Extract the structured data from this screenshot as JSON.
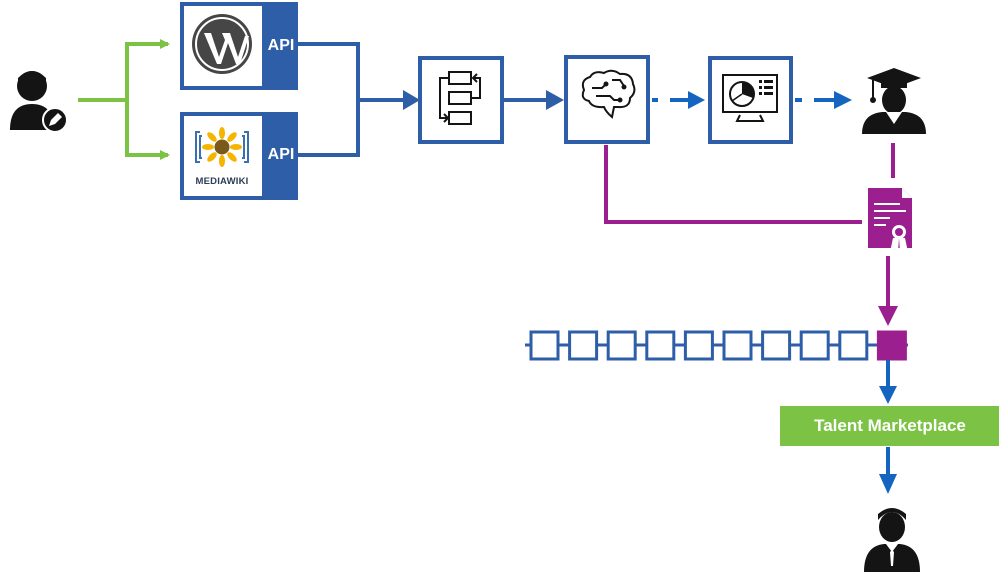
{
  "colors": {
    "blue": "#2e5ea8",
    "arrow_blue": "#1565c0",
    "green": "#7cc244",
    "purple": "#9b1f8e",
    "dark": "#141414"
  },
  "sources": [
    {
      "name": "WordPress",
      "icon": "wordpress-icon",
      "api_label": "API"
    },
    {
      "name": "MediaWiki",
      "icon": "mediawiki-icon",
      "api_label": "API",
      "logo_text": "MEDIAWIKI"
    }
  ],
  "pipeline": [
    {
      "icon": "workflow-icon"
    },
    {
      "icon": "brain-icon"
    },
    {
      "icon": "dashboard-monitor-icon"
    }
  ],
  "actors": {
    "author": "user-edit-icon",
    "graduate": "graduate-icon",
    "recruiter": "businessman-icon"
  },
  "certificate": {
    "icon": "certificate-icon"
  },
  "blockchain": {
    "block_count": 9,
    "highlighted_blocks": 1
  },
  "marketplace": {
    "label": "Talent Marketplace"
  }
}
